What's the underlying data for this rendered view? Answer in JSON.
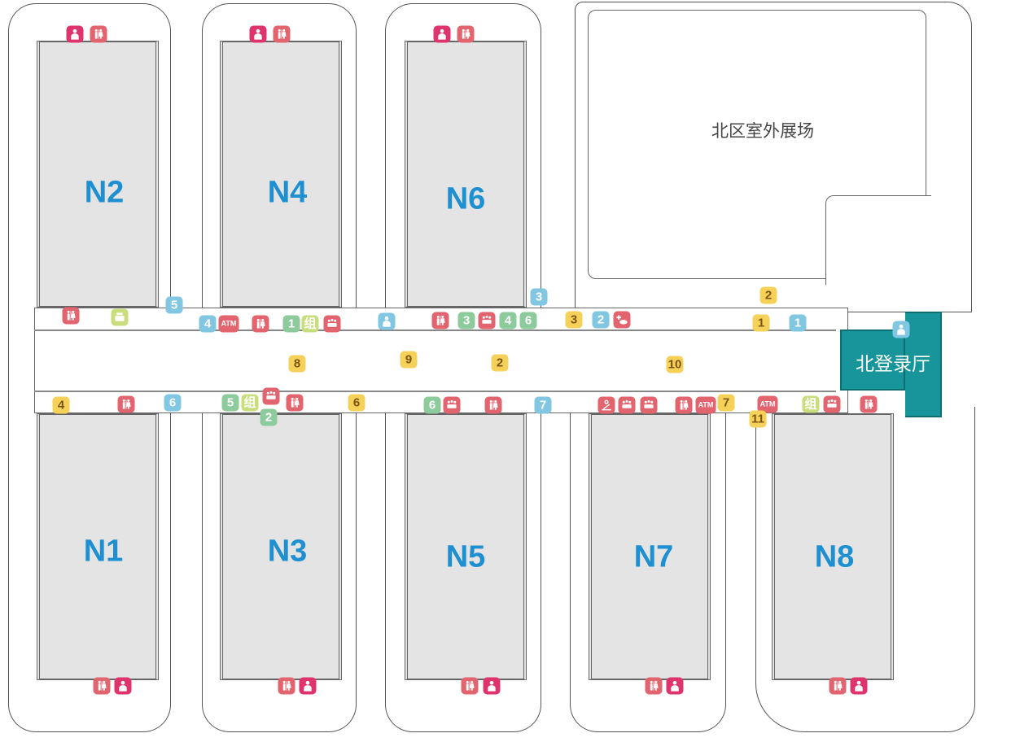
{
  "map": {
    "halls": [
      {
        "id": "N2",
        "label": "N2"
      },
      {
        "id": "N4",
        "label": "N4"
      },
      {
        "id": "N6",
        "label": "N6"
      },
      {
        "id": "N1",
        "label": "N1"
      },
      {
        "id": "N3",
        "label": "N3"
      },
      {
        "id": "N5",
        "label": "N5"
      },
      {
        "id": "N7",
        "label": "N7"
      },
      {
        "id": "N8",
        "label": "N8"
      }
    ],
    "outdoor_area": {
      "label": "北区室外展场"
    },
    "registration_hall": {
      "label": "北登录厅"
    }
  },
  "colors": {
    "hall_label": "#1e8fd0",
    "registration": "#17959b",
    "yellow": "#f6d15a",
    "blue": "#82c7e2",
    "green": "#8ecb9c",
    "red": "#e2646f",
    "lime": "#c8dd7c",
    "pink": "#de336d"
  },
  "markers": [
    {
      "type": "restroom-icon",
      "color": "red",
      "label": ""
    },
    {
      "type": "printer-icon",
      "color": "lime",
      "label": ""
    },
    {
      "type": "number",
      "color": "blue",
      "label": "5"
    },
    {
      "type": "number",
      "color": "blue",
      "label": "4"
    },
    {
      "type": "atm",
      "color": "red",
      "label": "ATM"
    },
    {
      "type": "restroom-icon",
      "color": "red",
      "label": ""
    },
    {
      "type": "number",
      "color": "green",
      "label": "1"
    },
    {
      "type": "text",
      "color": "lime",
      "label": "组"
    },
    {
      "type": "meeting-icon",
      "color": "red",
      "label": ""
    },
    {
      "type": "service-person-icon",
      "color": "blue",
      "label": ""
    },
    {
      "type": "restroom-icon",
      "color": "red",
      "label": ""
    },
    {
      "type": "number",
      "color": "green",
      "label": "3"
    },
    {
      "type": "meeting-icon",
      "color": "red",
      "label": ""
    },
    {
      "type": "number",
      "color": "green",
      "label": "4"
    },
    {
      "type": "number",
      "color": "green",
      "label": "6"
    },
    {
      "type": "number",
      "color": "blue",
      "label": "3"
    },
    {
      "type": "number",
      "color": "yellow",
      "label": "3"
    },
    {
      "type": "number",
      "color": "blue",
      "label": "2"
    },
    {
      "type": "medical-icon",
      "color": "red",
      "label": ""
    },
    {
      "type": "number",
      "color": "yellow",
      "label": "2"
    },
    {
      "type": "number",
      "color": "yellow",
      "label": "1"
    },
    {
      "type": "number",
      "color": "blue",
      "label": "1"
    },
    {
      "type": "service-person-icon",
      "color": "blue",
      "label": ""
    },
    {
      "type": "number",
      "color": "yellow",
      "label": "8"
    },
    {
      "type": "number",
      "color": "yellow",
      "label": "9"
    },
    {
      "type": "number",
      "color": "yellow",
      "label": "2"
    },
    {
      "type": "number",
      "color": "yellow",
      "label": "10"
    },
    {
      "type": "number",
      "color": "yellow",
      "label": "4"
    },
    {
      "type": "restroom-icon",
      "color": "red",
      "label": ""
    },
    {
      "type": "number",
      "color": "blue",
      "label": "6"
    },
    {
      "type": "number",
      "color": "green",
      "label": "5"
    },
    {
      "type": "text",
      "color": "lime",
      "label": "组"
    },
    {
      "type": "meeting-icon",
      "color": "red",
      "label": ""
    },
    {
      "type": "number",
      "color": "green",
      "label": "2"
    },
    {
      "type": "restroom-icon",
      "color": "red",
      "label": ""
    },
    {
      "type": "number",
      "color": "yellow",
      "label": "6"
    },
    {
      "type": "number",
      "color": "green",
      "label": "6"
    },
    {
      "type": "meeting-icon",
      "color": "red",
      "label": ""
    },
    {
      "type": "restroom-icon",
      "color": "red",
      "label": ""
    },
    {
      "type": "number",
      "color": "blue",
      "label": "7"
    },
    {
      "type": "briefing-icon",
      "color": "red",
      "label": ""
    },
    {
      "type": "meeting-icon",
      "color": "red",
      "label": ""
    },
    {
      "type": "meeting-icon",
      "color": "red",
      "label": ""
    },
    {
      "type": "restroom-icon",
      "color": "red",
      "label": ""
    },
    {
      "type": "atm",
      "color": "red",
      "label": "ATM"
    },
    {
      "type": "number",
      "color": "yellow",
      "label": "7"
    },
    {
      "type": "atm",
      "color": "red",
      "label": "ATM"
    },
    {
      "type": "number",
      "color": "yellow",
      "label": "11"
    },
    {
      "type": "text",
      "color": "lime",
      "label": "组"
    },
    {
      "type": "meeting-icon",
      "color": "red",
      "label": ""
    },
    {
      "type": "restroom-icon",
      "color": "red",
      "label": ""
    },
    {
      "type": "person-icon",
      "color": "pink",
      "label": ""
    },
    {
      "type": "restroom-icon",
      "color": "red",
      "label": ""
    },
    {
      "type": "person-icon",
      "color": "pink",
      "label": ""
    },
    {
      "type": "restroom-icon",
      "color": "red",
      "label": ""
    },
    {
      "type": "person-icon",
      "color": "pink",
      "label": ""
    },
    {
      "type": "restroom-icon",
      "color": "red",
      "label": ""
    },
    {
      "type": "restroom-icon",
      "color": "red",
      "label": ""
    },
    {
      "type": "person-icon",
      "color": "pink",
      "label": ""
    },
    {
      "type": "restroom-icon",
      "color": "red",
      "label": ""
    },
    {
      "type": "person-icon",
      "color": "pink",
      "label": ""
    },
    {
      "type": "restroom-icon",
      "color": "red",
      "label": ""
    },
    {
      "type": "person-icon",
      "color": "pink",
      "label": ""
    },
    {
      "type": "restroom-icon",
      "color": "red",
      "label": ""
    },
    {
      "type": "person-icon",
      "color": "pink",
      "label": ""
    },
    {
      "type": "restroom-icon",
      "color": "red",
      "label": ""
    },
    {
      "type": "person-icon",
      "color": "pink",
      "label": ""
    }
  ]
}
